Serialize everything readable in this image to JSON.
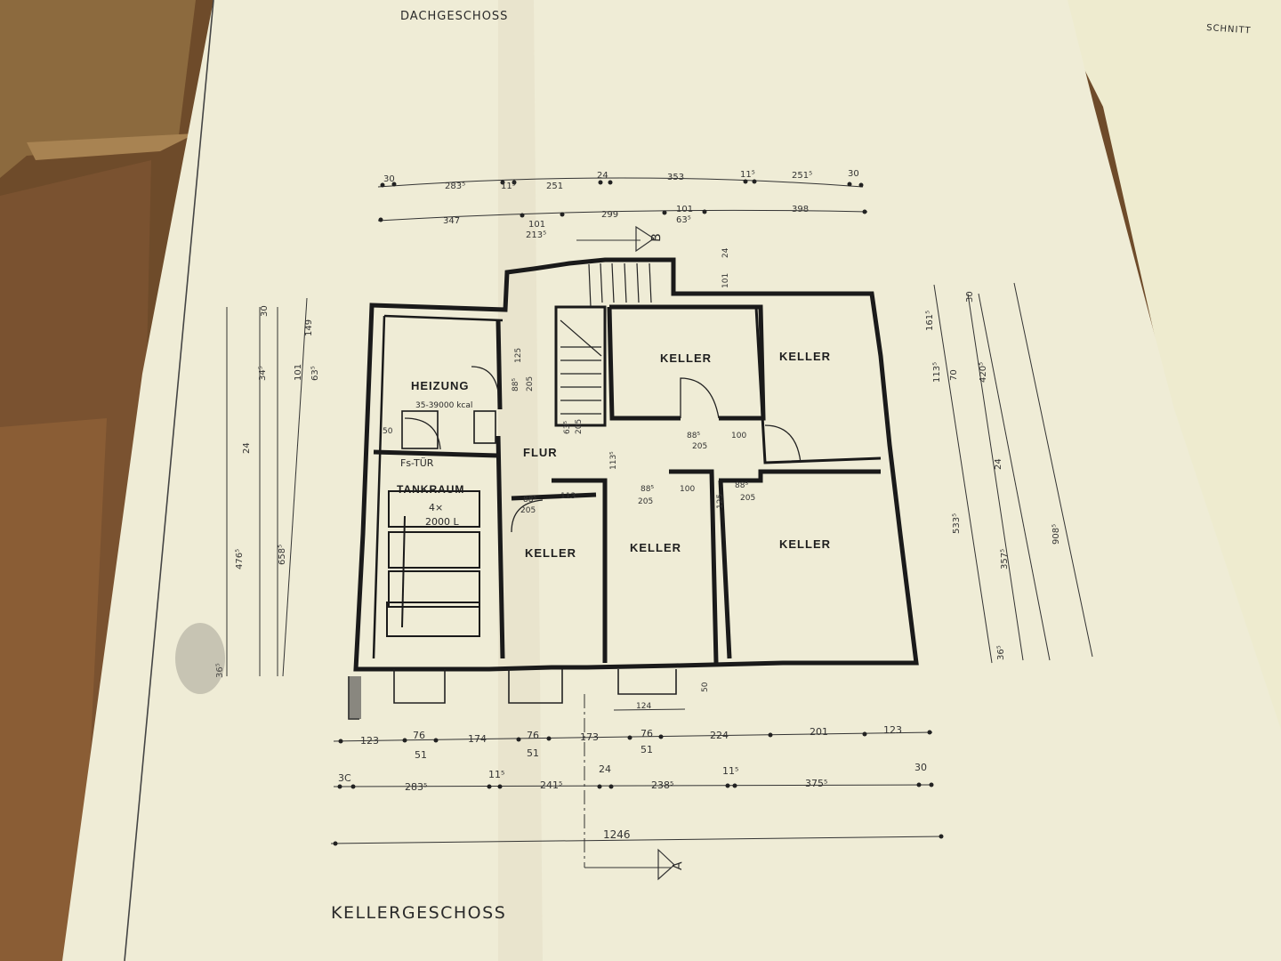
{
  "sheet": {
    "top_title": "DACHGESCHOSS",
    "side_title": "SCHNITT",
    "bottom_title": "KELLERGESCHOSS",
    "section_a": "A",
    "section_b": "B"
  },
  "rooms": {
    "heizung": "HEIZUNG",
    "heizung_note": "35-39000 kcal",
    "fs_tuer": "Fs-TÜR",
    "tankraum": "TANKRAUM",
    "tank_note_1": "4×",
    "tank_note_2": "2000 L",
    "flur": "FLUR",
    "keller_1": "KELLER",
    "keller_2": "KELLER",
    "keller_3": "KELLER",
    "keller_4": "KELLER",
    "keller_5": "KELLER"
  },
  "dims_top1": [
    "30",
    "283⁵",
    "11⁵",
    "251",
    "24",
    "353",
    "11⁵",
    "251⁵",
    "30"
  ],
  "dims_top2": [
    "347",
    "101",
    "213⁵",
    "299",
    "101",
    "63⁵",
    "398"
  ],
  "dims_bottom1": [
    "123",
    "76",
    "51",
    "174",
    "76",
    "51",
    "173",
    "76",
    "51",
    "224",
    "201",
    "123"
  ],
  "dims_bottom2": [
    "3C",
    "283⁵",
    "11⁵",
    "241⁵",
    "24",
    "238⁵",
    "11⁵",
    "375⁵",
    "30"
  ],
  "dims_total": "1246",
  "dims_left": [
    "30",
    "149",
    "34⁵",
    "101",
    "63⁵",
    "24",
    "476⁵",
    "658⁵",
    "36⁵"
  ],
  "dims_right": [
    "161⁵",
    "30",
    "113⁵",
    "70",
    "420⁵",
    "24",
    "533⁵",
    "357⁵",
    "908⁵",
    "36⁵"
  ],
  "dims_inner": [
    "125",
    "88⁵",
    "205",
    "63⁵",
    "205",
    "113⁵",
    "88⁵",
    "205",
    "100",
    "50",
    "88⁵",
    "113",
    "205",
    "88⁵",
    "100",
    "205",
    "125",
    "88⁵",
    "205",
    "101",
    "24",
    "50",
    "124"
  ]
}
